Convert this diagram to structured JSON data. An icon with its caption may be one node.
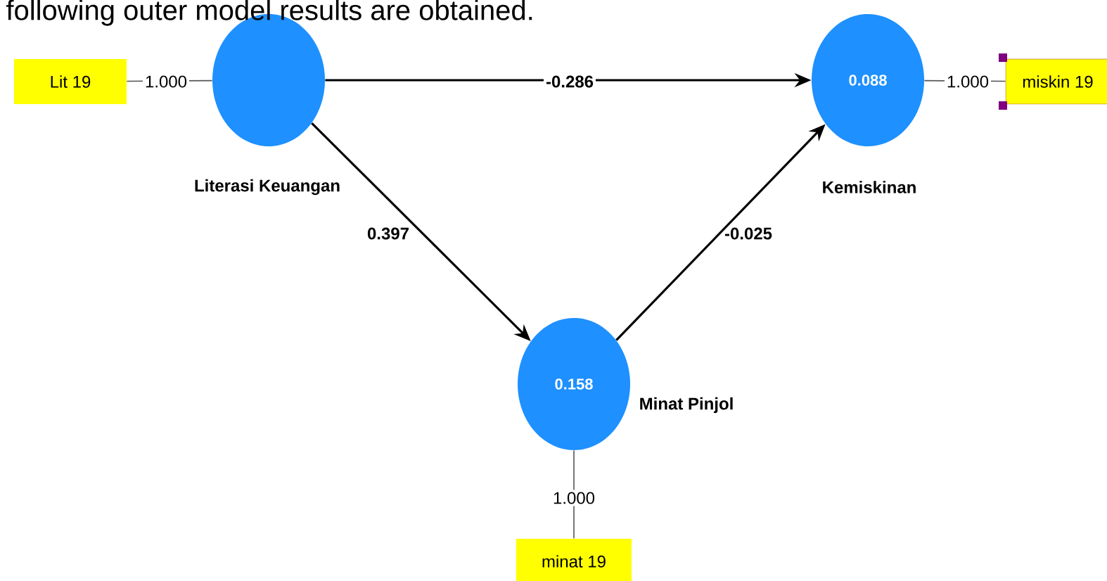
{
  "diagram": {
    "nodes": [
      {
        "text": [
          "Lit 19"
        ]
      },
      {
        "text": [
          "Literasi Keuangan"
        ]
      },
      {
        "text": [
          "0.088",
          "Kemiskinan"
        ]
      },
      {
        "text": [
          "miskin 19"
        ]
      },
      {
        "text": [
          "0.158",
          "Minat Pinjol"
        ]
      },
      {
        "text": [
          "minat 19"
        ]
      }
    ],
    "edges": [
      {
        "from": 0,
        "to": 1,
        "arrow": "none",
        "label": "1.000",
        "color": "#555555"
      },
      {
        "from": 1,
        "to": 2,
        "arrow": "to",
        "label": "-0.286"
      },
      {
        "from": 1,
        "to": 4,
        "arrow": "to",
        "label": "0.397"
      },
      {
        "from": 4,
        "to": 2,
        "arrow": "to",
        "label": "-0.025"
      },
      {
        "from": 2,
        "to": 3,
        "arrow": "none",
        "label": "1.000",
        "color": "#555555"
      },
      {
        "from": 4,
        "to": 5,
        "arrow": "none",
        "label": "1.000",
        "color": "#555555"
      }
    ],
    "labels": [
      "following outer model results are obtained."
    ]
  }
}
